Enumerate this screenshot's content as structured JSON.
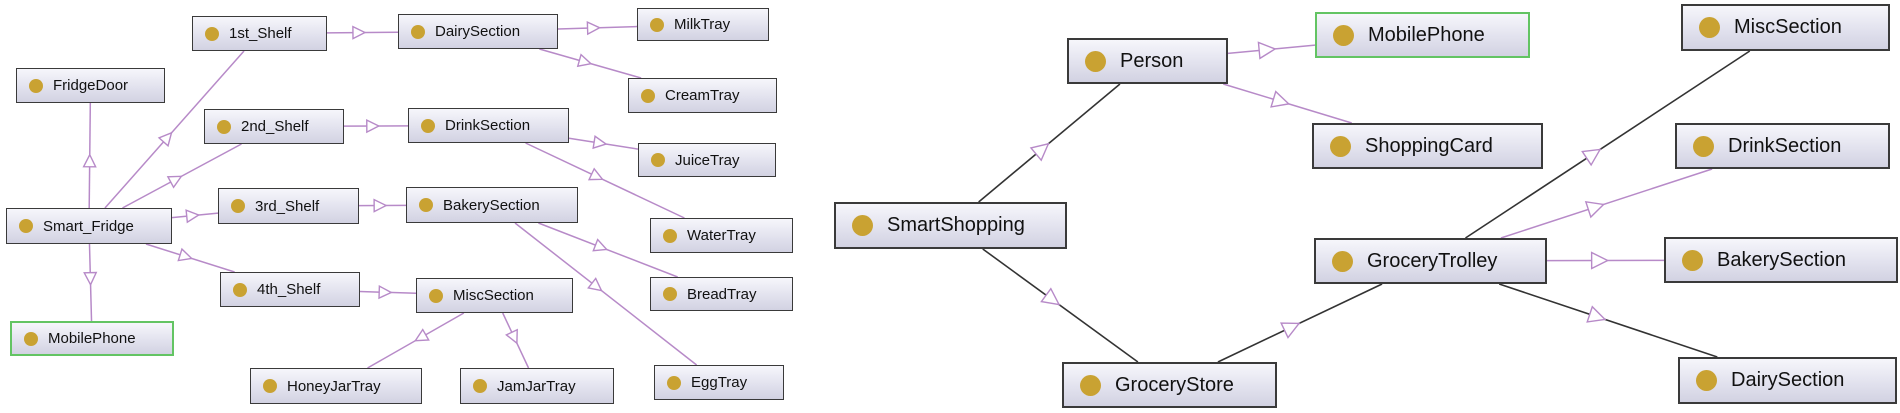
{
  "colors": {
    "edge": "#b78ac8",
    "node_dot": "#c9a232",
    "highlight_border": "#63c463"
  },
  "left_diagram": {
    "nodes": [
      {
        "id": "1st_shelf",
        "label": "1st_Shelf"
      },
      {
        "id": "dairy",
        "label": "DairySection"
      },
      {
        "id": "milk",
        "label": "MilkTray"
      },
      {
        "id": "door",
        "label": "FridgeDoor"
      },
      {
        "id": "cream",
        "label": "CreamTray"
      },
      {
        "id": "2nd_shelf",
        "label": "2nd_Shelf"
      },
      {
        "id": "drink",
        "label": "DrinkSection"
      },
      {
        "id": "juice",
        "label": "JuiceTray"
      },
      {
        "id": "fridge",
        "label": "Smart_Fridge"
      },
      {
        "id": "3rd_shelf",
        "label": "3rd_Shelf"
      },
      {
        "id": "bakery",
        "label": "BakerySection"
      },
      {
        "id": "water",
        "label": "WaterTray"
      },
      {
        "id": "4th_shelf",
        "label": "4th_Shelf"
      },
      {
        "id": "misc",
        "label": "MiscSection"
      },
      {
        "id": "bread",
        "label": "BreadTray"
      },
      {
        "id": "phone",
        "label": "MobilePhone"
      },
      {
        "id": "honey",
        "label": "HoneyJarTray"
      },
      {
        "id": "jam",
        "label": "JamJarTray"
      },
      {
        "id": "egg",
        "label": "EggTray"
      }
    ],
    "edges": [
      [
        "fridge",
        "door"
      ],
      [
        "fridge",
        "phone"
      ],
      [
        "fridge",
        "1st_shelf"
      ],
      [
        "fridge",
        "2nd_shelf"
      ],
      [
        "fridge",
        "3rd_shelf"
      ],
      [
        "fridge",
        "4th_shelf"
      ],
      [
        "1st_shelf",
        "dairy"
      ],
      [
        "dairy",
        "milk"
      ],
      [
        "dairy",
        "cream"
      ],
      [
        "2nd_shelf",
        "drink"
      ],
      [
        "drink",
        "juice"
      ],
      [
        "drink",
        "water"
      ],
      [
        "3rd_shelf",
        "bakery"
      ],
      [
        "bakery",
        "bread"
      ],
      [
        "bakery",
        "egg"
      ],
      [
        "4th_shelf",
        "misc"
      ],
      [
        "misc",
        "honey"
      ],
      [
        "misc",
        "jam"
      ]
    ]
  },
  "right_diagram": {
    "nodes": [
      {
        "id": "person",
        "label": "Person"
      },
      {
        "id": "mobile",
        "label": "MobilePhone"
      },
      {
        "id": "misc",
        "label": "MiscSection"
      },
      {
        "id": "card",
        "label": "ShoppingCard"
      },
      {
        "id": "drink",
        "label": "DrinkSection"
      },
      {
        "id": "smart",
        "label": "SmartShopping"
      },
      {
        "id": "trolley",
        "label": "GroceryTrolley"
      },
      {
        "id": "bakery",
        "label": "BakerySection"
      },
      {
        "id": "store",
        "label": "GroceryStore"
      },
      {
        "id": "dairy",
        "label": "DairySection"
      }
    ],
    "edges": [
      [
        "smart",
        "person"
      ],
      [
        "smart",
        "store"
      ],
      [
        "person",
        "mobile"
      ],
      [
        "person",
        "card"
      ],
      [
        "store",
        "trolley"
      ],
      [
        "trolley",
        "misc"
      ],
      [
        "trolley",
        "drink"
      ],
      [
        "trolley",
        "bakery"
      ],
      [
        "trolley",
        "dairy"
      ]
    ]
  }
}
